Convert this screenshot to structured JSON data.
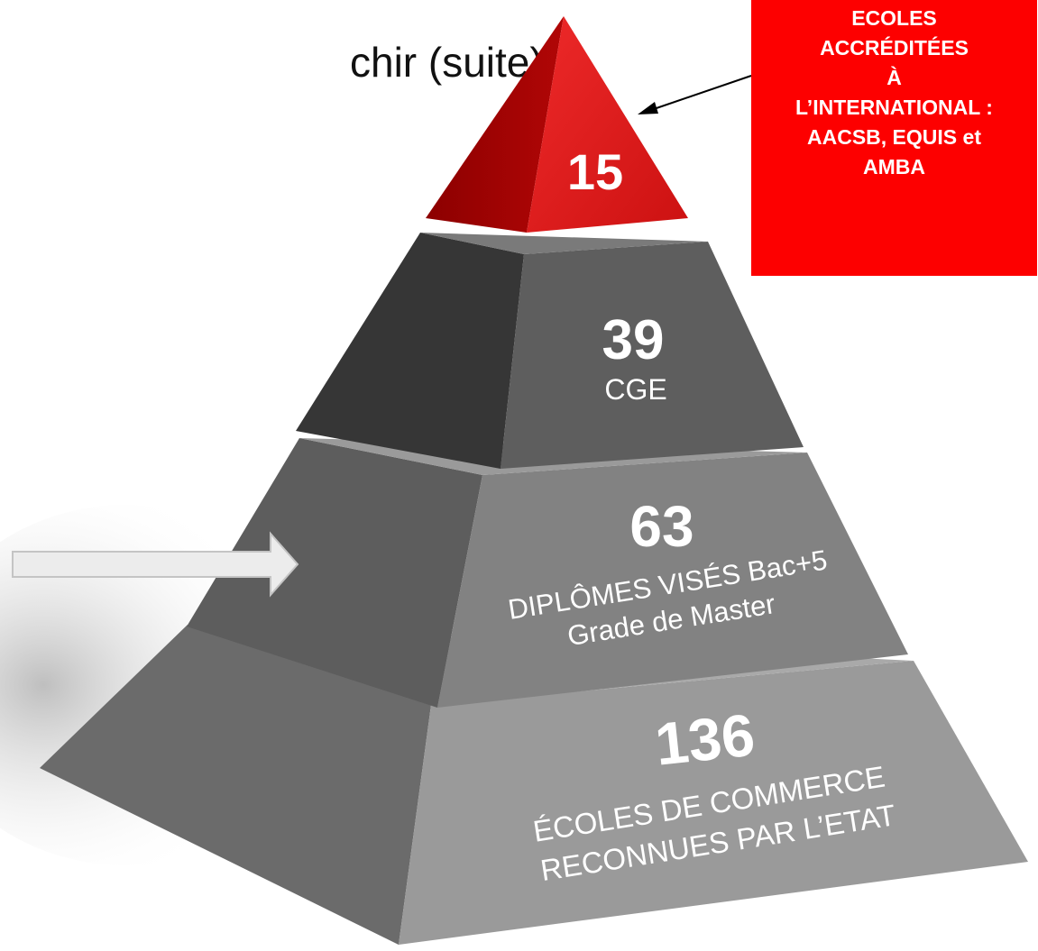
{
  "slide": {
    "title": "chir (suite)"
  },
  "callout": {
    "lines": [
      "ECOLES",
      "ACCRÉDITÉES",
      "À",
      "L’INTERNATIONAL :",
      "AACSB, EQUIS et",
      "AMBA"
    ],
    "background": "#fd0000"
  },
  "pyramid": {
    "levels": [
      {
        "value": "15",
        "lines": [],
        "color": "#d21515"
      },
      {
        "value": "39",
        "lines": [
          "CGE"
        ],
        "color": "#4f4f4f"
      },
      {
        "value": "63",
        "lines": [
          "DIPLÔMES VISÉS Bac+5",
          "Grade de Master"
        ],
        "color": "#7b7b7b"
      },
      {
        "value": "136",
        "lines": [
          "ÉCOLES DE COMMERCE",
          "RECONNUES PAR L’ETAT"
        ],
        "color": "#939393"
      }
    ]
  },
  "pointer_arrow": {
    "color": "#ececec",
    "outline": "#c4c4c4"
  }
}
